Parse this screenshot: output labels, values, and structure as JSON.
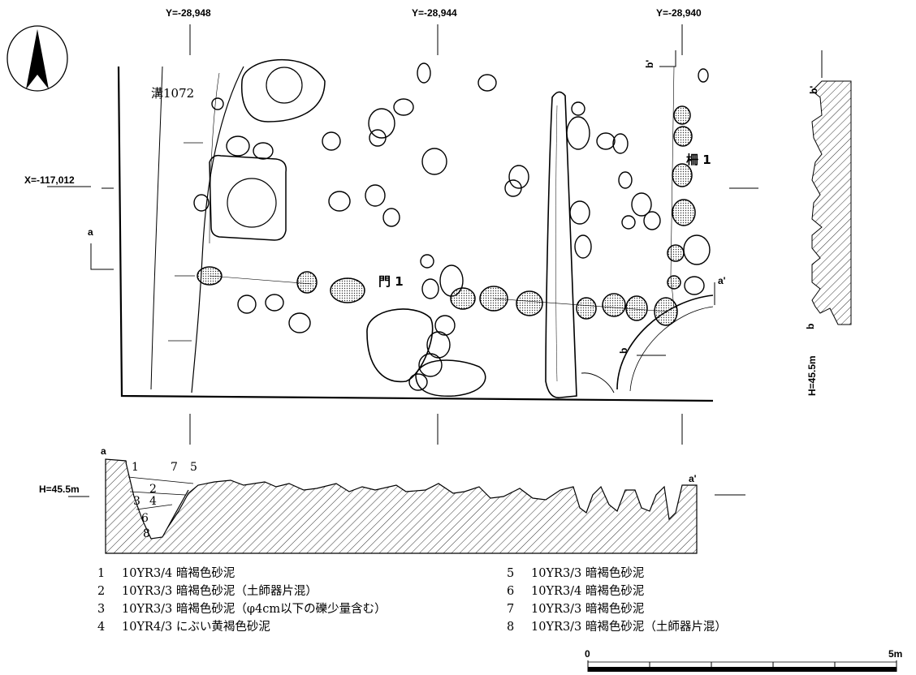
{
  "coords": {
    "y1": "Y=-28,948",
    "y2": "Y=-28,944",
    "y3": "Y=-28,940",
    "x1": "X=-117,012"
  },
  "features": {
    "ditch": "溝1072",
    "gate": "門 1",
    "fence": "柵 1"
  },
  "section_points": {
    "a": "a",
    "a_prime": "a'",
    "b": "b",
    "b_prime": "b'"
  },
  "heights": {
    "main_section": "H=45.5m",
    "side_section": "H=45.5m"
  },
  "section_layers": [
    "1",
    "2",
    "3",
    "4",
    "5",
    "6",
    "7",
    "8"
  ],
  "legend": {
    "left": [
      {
        "num": "1",
        "text": "10YR3/4 暗褐色砂泥"
      },
      {
        "num": "2",
        "text": "10YR3/3 暗褐色砂泥（土師器片混）"
      },
      {
        "num": "3",
        "text": "10YR3/3 暗褐色砂泥（φ4cm以下の礫少量含む）"
      },
      {
        "num": "4",
        "text": "10YR4/3 にぶい黄褐色砂泥"
      }
    ],
    "right": [
      {
        "num": "5",
        "text": "10YR3/3 暗褐色砂泥"
      },
      {
        "num": "6",
        "text": "10YR3/4 暗褐色砂泥"
      },
      {
        "num": "7",
        "text": "10YR3/3 暗褐色砂泥"
      },
      {
        "num": "8",
        "text": "10YR3/3 暗褐色砂泥（土師器片混）"
      }
    ]
  },
  "scale": {
    "start": "0",
    "end": "5m"
  }
}
